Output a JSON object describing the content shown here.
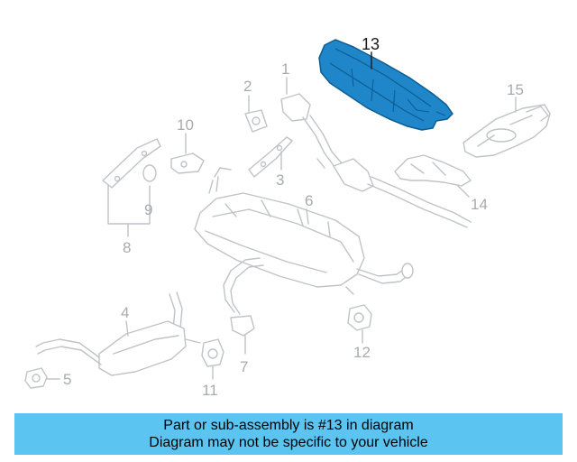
{
  "diagram": {
    "callouts": [
      {
        "id": "c1",
        "label": "1"
      },
      {
        "id": "c2",
        "label": "2"
      },
      {
        "id": "c3",
        "label": "3"
      },
      {
        "id": "c4",
        "label": "4"
      },
      {
        "id": "c5",
        "label": "5"
      },
      {
        "id": "c6",
        "label": "6"
      },
      {
        "id": "c7",
        "label": "7"
      },
      {
        "id": "c8",
        "label": "8"
      },
      {
        "id": "c9",
        "label": "9"
      },
      {
        "id": "c10",
        "label": "10"
      },
      {
        "id": "c11",
        "label": "11"
      },
      {
        "id": "c12",
        "label": "12"
      },
      {
        "id": "c13",
        "label": "13"
      },
      {
        "id": "c14",
        "label": "14"
      },
      {
        "id": "c15",
        "label": "15"
      }
    ],
    "highlighted_part": "13",
    "highlight_color": "#1e86c9",
    "line_color": "#bfc3c8"
  },
  "banner": {
    "line1": "Part or sub-assembly is #13 in diagram",
    "line2": "Diagram may not be specific to your vehicle",
    "background": "#5bc4f1"
  }
}
